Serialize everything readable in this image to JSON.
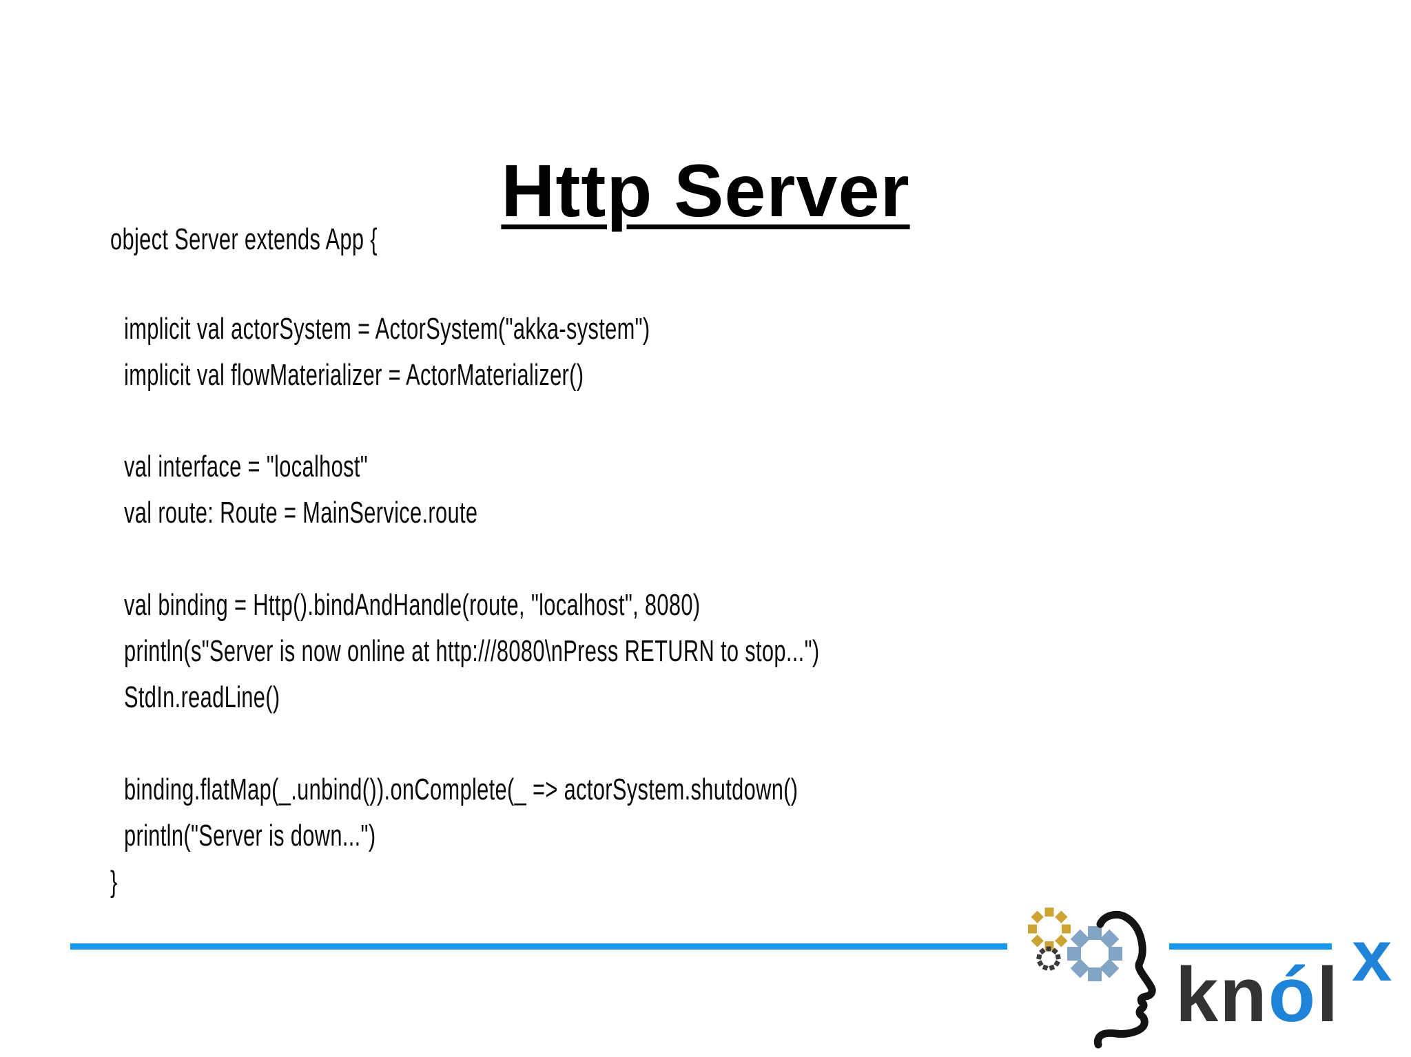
{
  "slide": {
    "title": "Http Server",
    "code": {
      "lines": [
        "object Server extends App {",
        "implicit val actorSystem = ActorSystem(\"akka-system\")",
        "implicit val flowMaterializer = ActorMaterializer()",
        "val interface = \"localhost\"",
        "val route: Route = MainService.route",
        "val binding = Http().bindAndHandle(route, \"localhost\", 8080)",
        "println(s\"Server is now online at http:///8080\\nPress RETURN to stop...\")",
        "StdIn.readLine()",
        "binding.flatMap(_.unbind()).onComplete(_ => actorSystem.shutdown()",
        "println(\"Server is down...\")",
        "}"
      ]
    },
    "footer": {
      "rule_color": "#159af0",
      "logo": {
        "brand_prefix": "kn",
        "brand_accent": "ó",
        "brand_suffix": "l",
        "brand_superscript": "x",
        "text_color": "#333333",
        "accent_color": "#1f84d8",
        "gear_yellow_color": "#cba433",
        "gear_blue_color": "#82a5c6",
        "gear_dark_color": "#3a3a3a",
        "head_color": "#141414",
        "icons": [
          "gear-yellow-icon",
          "gear-dark-icon",
          "gear-blue-icon",
          "head-profile-icon"
        ]
      }
    }
  }
}
